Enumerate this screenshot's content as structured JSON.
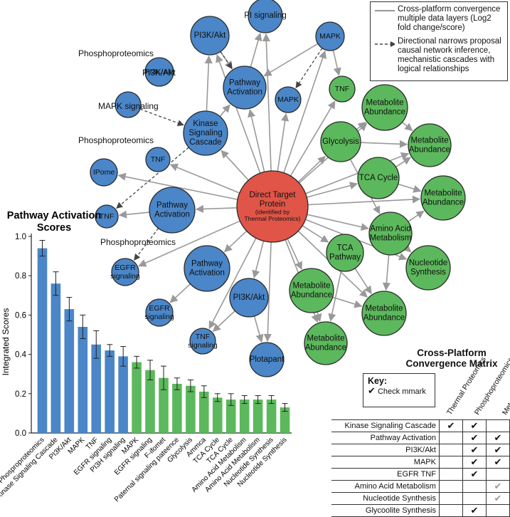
{
  "network": {
    "nodes": [
      {
        "id": "center",
        "lines": [
          "Direct Target",
          "Protein"
        ],
        "sub": [
          "(identified by",
          "Thermal Proteomics)"
        ],
        "kind": "red"
      },
      {
        "id": "pi-top",
        "lines": [
          "PI signaling"
        ],
        "kind": "blue"
      },
      {
        "id": "pi3k-top",
        "lines": [
          "PI3K/Akt"
        ],
        "kind": "blue"
      },
      {
        "id": "mapk-top",
        "lines": [
          "MAPK"
        ],
        "kind": "blue"
      },
      {
        "id": "pathway-top",
        "lines": [
          "Pathway",
          "Activation"
        ],
        "kind": "blue"
      },
      {
        "id": "mapk-mid",
        "lines": [
          "MAPK"
        ],
        "kind": "blue"
      },
      {
        "id": "pi3k-small",
        "lines": [
          "PI3K/Akt"
        ],
        "kind": "blue"
      },
      {
        "id": "mapk-sig",
        "lines": [],
        "kind": "blue"
      },
      {
        "id": "kinase",
        "lines": [
          "Kinase",
          "Signaling",
          "Cascade"
        ],
        "kind": "blue"
      },
      {
        "id": "tnf-left",
        "lines": [
          "TNF"
        ],
        "kind": "blue"
      },
      {
        "id": "ipome",
        "lines": [
          "IPome"
        ],
        "kind": "blue"
      },
      {
        "id": "tnf-far",
        "lines": [
          "TNF"
        ],
        "kind": "blue"
      },
      {
        "id": "pathway-left",
        "lines": [
          "Pathway",
          "Activation"
        ],
        "kind": "blue"
      },
      {
        "id": "egfr-left",
        "lines": [
          "EGFR",
          "signaling"
        ],
        "kind": "blue"
      },
      {
        "id": "pathway-low",
        "lines": [
          "Pathway",
          "Activation"
        ],
        "kind": "blue"
      },
      {
        "id": "egfr-low",
        "lines": [
          "EGFR",
          "signaling"
        ],
        "kind": "blue"
      },
      {
        "id": "pi3k-low",
        "lines": [
          "PI3K/Akt"
        ],
        "kind": "blue"
      },
      {
        "id": "tnf-low",
        "lines": [
          "TNF",
          "signaling"
        ],
        "kind": "blue"
      },
      {
        "id": "plotapant",
        "lines": [
          "Plotapant"
        ],
        "kind": "blue"
      },
      {
        "id": "tnf-green",
        "lines": [
          "TNF"
        ],
        "kind": "green"
      },
      {
        "id": "met1",
        "lines": [
          "Metabolite",
          "Abundance"
        ],
        "kind": "green"
      },
      {
        "id": "glycolysis",
        "lines": [
          "Glycolysis"
        ],
        "kind": "green"
      },
      {
        "id": "met2",
        "lines": [
          "Metabolite",
          "Abundance"
        ],
        "kind": "green"
      },
      {
        "id": "tca1",
        "lines": [
          "TCA Cycle"
        ],
        "kind": "green"
      },
      {
        "id": "met3",
        "lines": [
          "Metabolite",
          "Abundance"
        ],
        "kind": "green"
      },
      {
        "id": "amino",
        "lines": [
          "Amino Acid",
          "Metabolism"
        ],
        "kind": "green"
      },
      {
        "id": "tca2",
        "lines": [
          "TCA",
          "Pathway"
        ],
        "kind": "green"
      },
      {
        "id": "nucleotide",
        "lines": [
          "Nucleotide",
          "Synthesis"
        ],
        "kind": "green"
      },
      {
        "id": "met4",
        "lines": [
          "Metabolite",
          "Abundance"
        ],
        "kind": "green"
      },
      {
        "id": "met5",
        "lines": [
          "Metabolite",
          "Abundance"
        ],
        "kind": "green"
      },
      {
        "id": "met6",
        "lines": [
          "Metabolite",
          "Abundance"
        ],
        "kind": "green"
      }
    ],
    "free_labels": [
      "Phosphoproteomics",
      "PI3K/Akt",
      "MAPK signaling",
      "Phosphoproteomics",
      "Phosphoproteomics"
    ],
    "colors": {
      "blue": "#4a86c8",
      "green": "#5cb85c",
      "red": "#e05547",
      "edge": "#999999",
      "stroke": "#2a2a2a"
    }
  },
  "legend": {
    "solid": "Cross-platform convergence multiple data layers (Log2 fold change/score)",
    "dashed": "Directional narrows proposal causal network inference, mechanistic cascades with logical relationships"
  },
  "chart_data": {
    "type": "bar",
    "title": "Pathway Activation Scores",
    "ylabel": "Integrated Scores",
    "xlabel": "",
    "ylim": [
      0,
      1.0
    ],
    "yticks": [
      0.0,
      0.2,
      0.4,
      0.6,
      0.8,
      1.0
    ],
    "grid": false,
    "categories": [
      "Phosproproteomics",
      "Kinase Signaling Cascade",
      "PI3K/Akt",
      "MAPK",
      "TNF",
      "EGFR signaling",
      "PI3H signaling",
      "MAPK",
      "EGFR signaling",
      "F-ifomet",
      "Paternal signaling pateence",
      "Glycolysis",
      "Ammca",
      "TCA Cycle",
      "TCA Cycle",
      "Amino Acid Metabolism",
      "Amino Acid Metabolism",
      "Nucleotide Synthesis",
      "Nucleotide Synthesis"
    ],
    "values": [
      0.94,
      0.76,
      0.63,
      0.54,
      0.45,
      0.42,
      0.39,
      0.36,
      0.32,
      0.28,
      0.25,
      0.24,
      0.21,
      0.18,
      0.17,
      0.17,
      0.17,
      0.17,
      0.13
    ],
    "errors": [
      0.04,
      0.06,
      0.06,
      0.06,
      0.07,
      0.03,
      0.05,
      0.03,
      0.05,
      0.06,
      0.03,
      0.03,
      0.03,
      0.02,
      0.03,
      0.02,
      0.02,
      0.02,
      0.02
    ],
    "bar_colors": [
      "#4a86c8",
      "#4a86c8",
      "#4a86c8",
      "#4a86c8",
      "#4a86c8",
      "#4a86c8",
      "#4a86c8",
      "#5cb85c",
      "#5cb85c",
      "#5cb85c",
      "#5cb85c",
      "#5cb85c",
      "#5cb85c",
      "#5cb85c",
      "#5cb85c",
      "#5cb85c",
      "#5cb85c",
      "#5cb85c",
      "#5cb85c"
    ]
  },
  "matrix": {
    "title": "Cross-Platform Convergence Matrix",
    "key_title": "Key:",
    "key_text": "Check mmark",
    "check_glyph": "✔",
    "columns": [
      "Thermal Proteomics",
      "Phosphoproteomics",
      "Metabolomics"
    ],
    "rows": [
      {
        "label": "Kinase Signaling Cascade",
        "checks": [
          true,
          true,
          false
        ],
        "light": [
          false,
          false,
          false
        ]
      },
      {
        "label": "Pathway Activation",
        "checks": [
          false,
          true,
          true
        ],
        "light": [
          false,
          false,
          false
        ]
      },
      {
        "label": "PI3K/Akt",
        "checks": [
          false,
          true,
          true
        ],
        "light": [
          false,
          false,
          false
        ]
      },
      {
        "label": "MAPK",
        "checks": [
          false,
          true,
          true
        ],
        "light": [
          false,
          false,
          false
        ]
      },
      {
        "label": "EGFR TNF",
        "checks": [
          false,
          true,
          false
        ],
        "light": [
          false,
          false,
          false
        ]
      },
      {
        "label": "Amino Acid Metabolism",
        "checks": [
          false,
          false,
          true
        ],
        "light": [
          false,
          false,
          true
        ]
      },
      {
        "label": "Nucleotide Synthesis",
        "checks": [
          false,
          false,
          true
        ],
        "light": [
          false,
          false,
          true
        ]
      },
      {
        "label": "Glycoolite Synthesis",
        "checks": [
          false,
          true,
          false
        ],
        "light": [
          false,
          false,
          false
        ]
      }
    ]
  }
}
